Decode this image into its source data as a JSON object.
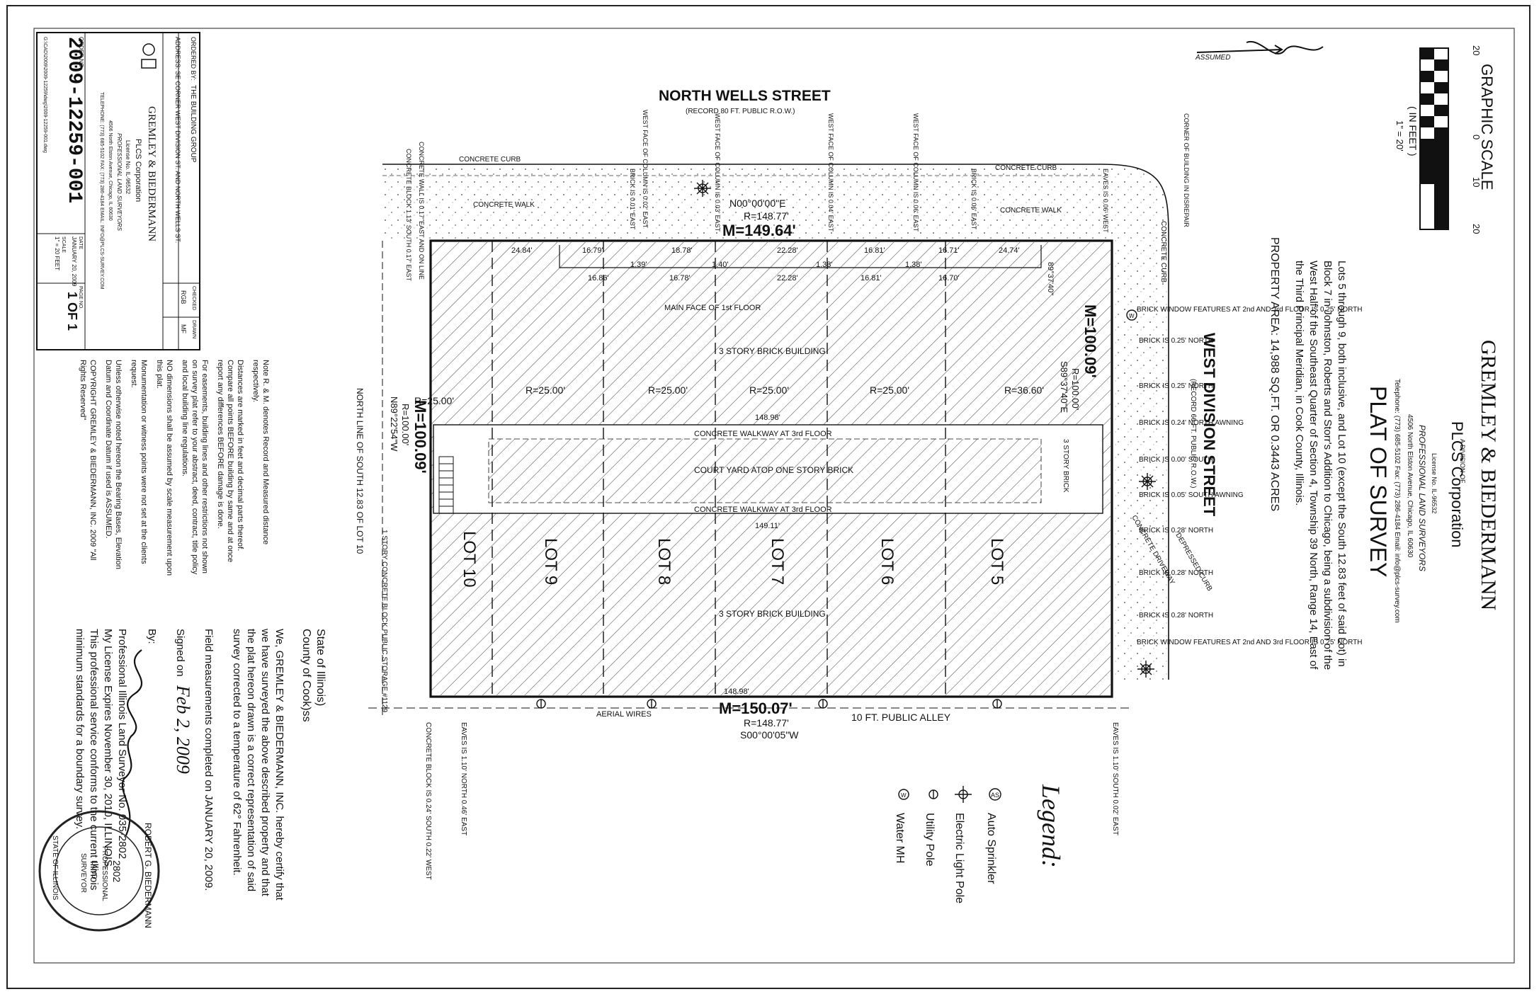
{
  "street_north": {
    "name": "NORTH WELLS STREET",
    "record": "(RECORD 80 FT. PUBLIC R.O.W.)"
  },
  "street_east": {
    "name": "WEST DIVISION STREET",
    "record": "(RECORD 66 FT. PUBLIC R.O.W.)"
  },
  "alley": "10 FT. PUBLIC ALLEY",
  "company": {
    "name": "GREMLEY & BIEDERMANN",
    "division": "A DIVISION OF",
    "corp": "PLCS Corporation",
    "license": "License No. IL-96532",
    "profession": "PROFESSIONAL LAND SURVEYORS",
    "address": "4506 North Elston Avenue, Chicago, IL 60630",
    "phone": "Telephone: (773) 685-5102  Fax: (773) 286-4184  Email: info@plcs-survey.com"
  },
  "title": "PLAT OF SURVEY",
  "legal_description": [
    "Lots 5 through 9, both inclusive, and Lot 10 (except the South 12.83 feet of said Lot) in",
    "Block 7 in Johnston, Roberts and Storr's Addition to Chicago, being a subdivision of the",
    "West Half of the Southeast Quarter of Section 4, Township 39 North, Range 14, East of",
    "the Third Principal Meridian, in Cook County, Illinois."
  ],
  "property_area": "PROPERTY AREA: 14,988 SQ.FT. OR 0.3443 ACRES",
  "graphic_scale": {
    "title": "GRAPHIC SCALE",
    "unit": "( IN FEET )",
    "ratio": "1\" = 20'",
    "ticks": [
      "20",
      "0",
      "10",
      "20"
    ]
  },
  "boundary": {
    "north_m": "M=149.64'",
    "north_r": "R=148.77'",
    "north_bearing": "N00°00'00\"E",
    "south_m": "M=150.07'",
    "south_r": "R=148.77'",
    "south_bearing": "S00°00'05\"W",
    "east_m": "M=100.09'",
    "east_r": "R=100.00'",
    "east_bearing": "S89°37'40\"E",
    "west_m": "M=100.09'",
    "west_r": "R=100.00'",
    "west_bearing": "N89°22'54\"W",
    "angle": "89°37'40\""
  },
  "lots": [
    "LOT 5",
    "LOT 6",
    "LOT 7",
    "LOT 8",
    "LOT 9",
    "LOT 10"
  ],
  "lot_widths": [
    "R=36.60'",
    "R=25.00'",
    "R=25.00'",
    "R=25.00'",
    "R=25.00'",
    "R=25.00'"
  ],
  "building_labels": {
    "north_building": "3 STORY BRICK BUILDING",
    "south_building": "3 STORY BRICK BUILDING",
    "walkway_north": "CONCRETE WALKWAY AT 3rd FLOOR",
    "walkway_south": "CONCRETE WALKWAY AT 3rd FLOOR",
    "courtyard": "COURT YARD ATOP ONE STORY BRICK",
    "main_face": "MAIN FACE OF 1st FLOOR",
    "dim_148_98_top": "148.98'",
    "dim_149_11": "149.11'",
    "dim_148_98_bottom": "148.98'",
    "storage": "1 STORY CONCRETE BLOCK PUBLIC STORAGE #1129",
    "north_line": "NORTH LINE OF SOUTH 12.83 OF LOT 10",
    "three_story": "3 STORY BRICK"
  },
  "top_dims": [
    "24.84'",
    "16.79'",
    "18.78'",
    "22.28'",
    "16.81'",
    "16.71'",
    "24.74'"
  ],
  "inner_dims": [
    "16.86'",
    "16.78'",
    "22.28'",
    "16.81'",
    "16.70'"
  ],
  "column_offsets": [
    "1.39'",
    "1.40'",
    "1.38'",
    "1.38'"
  ],
  "north_callouts": [
    "CONCRETE WALL IS 0.17' EAST AND ON LINE",
    "CONCRETE BLOCK 1.13' SOUTH 0.17' EAST",
    "WEST FACE OF COLUMN IS 0.02' EAST",
    "BRICK IS 0.01' EAST",
    "WEST FACE OF COLUMN IS 0.03' EAST",
    "WEST FACE OF COLUMN IS 0.04' EAST",
    "WEST FACE OF COLUMN IS 0.06' EAST",
    "BRICK IS 0.06' EAST",
    "EAVES IS 0.06' WEST",
    "CORNER OF BUILDING IN DISREPAIR"
  ],
  "curbs": [
    "CONCRETE CURB",
    "CONCRETE CURB",
    "CONCRETE CURB"
  ],
  "walks": [
    "CONCRETE WALK",
    "CONCRETE WALK"
  ],
  "east_callouts": [
    "BRICK WINDOW FEATURES AT 2nd AND 3rd FLOOR IS 0.25' NORTH",
    "BRICK IS 0.25' NORTH",
    "BRICK IS 0.25' NORTH",
    "BRICK IS 0.24' NORTH AWNING",
    "BRICK IS 0.00' SOUTH",
    "BRICK IS 0.05' SOUTH AWNING",
    "BRICK IS 0.28' NORTH",
    "BRICK IS 0.28' NORTH",
    "BRICK IS 0.28' NORTH",
    "BRICK WINDOW FEATURES AT 2nd AND 3rd FLOOR IS 0.25' NORTH"
  ],
  "depressed_curb": "DEPRESSED CURB",
  "concrete_driveway": "CONCRETE DRIVEWAY",
  "aerial_wires": "AERIAL WIRES",
  "south_callouts": [
    "EAVES IS 1.10' SOUTH 0.02' EAST",
    "EAVES IS 1.10' NORTH 0.46' EAST",
    "CONCRETE BLOCK IS 0.24' SOUTH 0.22' WEST"
  ],
  "legend": {
    "title": "Legend:",
    "items": [
      {
        "icon": "auto-sprinkler-icon",
        "label": "Auto Sprinkler"
      },
      {
        "icon": "electric-light-pole-icon",
        "label": "Electric Light Pole"
      },
      {
        "icon": "utility-pole-icon",
        "label": "Utility Pole"
      },
      {
        "icon": "water-mh-icon",
        "label": "Water MH"
      }
    ]
  },
  "certificate": {
    "state": "State of Illinois)",
    "county": "County of Cook)ss",
    "body": [
      "We, GREMLEY & BIEDERMANN, INC. hereby certify that",
      "we have surveyed the above described property and that",
      "the plat hereon drawn is a correct representation of said",
      "survey corrected to a temperature of 62° Fahrenheit.",
      "",
      "Field measurements completed on JANUARY 20, 2009.",
      "",
      "Signed on Feb 2, 2009",
      "",
      "By: ____________________",
      "Professional Illinois Land Surveyor No. 035-2802",
      "My License Expires November 30, 2010, ILLINOIS.",
      "This professional service conforms to the current Illinois",
      "minimum standards for a boundary survey."
    ],
    "signed_date": "Feb 2, 2009"
  },
  "seal": {
    "name": "ROBERT G. BIEDERMANN",
    "number": "2802",
    "lines": [
      "PROFESSIONAL",
      "LAND",
      "SURVEYOR",
      "STATE OF ILLINOIS"
    ]
  },
  "notes": [
    "Note R. & M. denotes Record and Measured distance",
    "respectively.",
    "",
    "Distances are marked in feet and decimal parts thereof.",
    "Compare all points BEFORE building by same and at once",
    "report any differences BEFORE damage is done.",
    "",
    "For easements, building lines and other restrictions not shown",
    "on survey plat refer to your abstract, deed, contract, title policy",
    "and local building line regulations.",
    "",
    "NO dimensions shall be assumed by scale measurement upon",
    "this plat.",
    "",
    "Monumentation or witness points were not set at the clients",
    "request.",
    "",
    "Unless otherwise noted hereon the Bearing Bases, Elevation",
    "Datum and Coordinate Datum if used is ASSUMED.",
    "",
    "COPYRIGHT GREMLEY & BIEDERMANN, INC. 2009 \"All",
    "Rights Reserved\""
  ],
  "title_block": {
    "ordered_by_label": "ORDERED BY:",
    "ordered_by": "THE BUILDING GROUP",
    "address_label": "ADDRESS:",
    "address": "SE CORNER WEST DIVISION ST. AND NORTH WELLS ST.",
    "company_line1": "GREMLEY & BIEDERMANN",
    "company_line2": "PLCS Corporation",
    "license": "License No. IL-96532",
    "profession": "PROFESSIONAL LAND SURVEYORS",
    "address_line": "4506 North Elston Avenue, Chicago, IL 60630",
    "phone_line": "TELEPHONE: (773) 685-5102   FAX: (773) 286-4184   EMAIL: INFO@PLCS-SURVEY.COM",
    "order_no_label": "ORDER NO.",
    "order_no": "2009-12259-001",
    "file_path": "G:\\CAD\\2009\\2009-12259\\dwg\\2009-12259-001.dwg",
    "date_label": "DATE",
    "date": "JANUARY 20, 2009",
    "scale_label": "SCALE",
    "scale": "1\" = 20 FEET",
    "page_label": "PAGE NO.",
    "page": "1 OF 1",
    "checked_label": "CHECKED",
    "checked": "RGB",
    "drawn_label": "DRAWN",
    "drawn": "MF"
  },
  "assumed": "ASSUMED"
}
